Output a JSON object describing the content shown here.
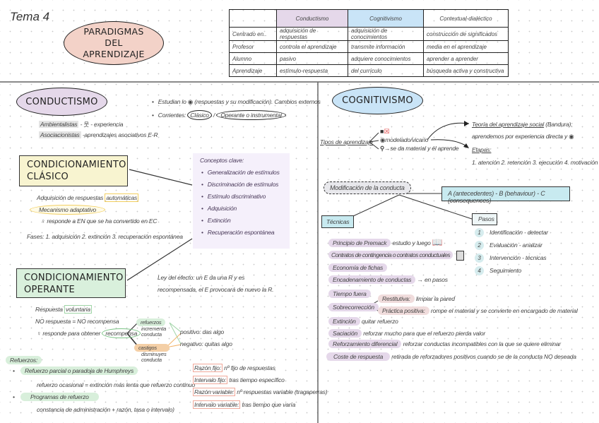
{
  "header": {
    "title": "Tema 4",
    "main_topic": "PARADIGMAS DEL APRENDIZAJE"
  },
  "table": {
    "columns": [
      "",
      "Conductismo",
      "Cognitivismo",
      "Contextual-dialéctico"
    ],
    "rows": [
      [
        "Centrado en..",
        "adquisición de respuestas",
        "adquisición de conocimientos",
        "construcción de significados"
      ],
      [
        "Profesor",
        "controla el aprendizaje",
        "transmite información",
        "media en el aprendizaje"
      ],
      [
        "Alumno",
        "pasivo",
        "adquiere conocimientos",
        "aprender a aprender"
      ],
      [
        "Aprendizaje",
        "estímulo-respuesta",
        "del currículo",
        "búsqueda activa y constructiva"
      ]
    ]
  },
  "conductismo": {
    "title": "CONDUCTISMO",
    "bullets": [
      "Estudian lo",
      "(respuestas y su modificación). Cambios externos",
      "Corrientes:",
      "Clásico",
      "/",
      "Operante o instrumental"
    ],
    "ambientalistas": {
      "label": "Ambientalistas",
      "text": "- experiencia"
    },
    "asociacionistas": {
      "label": "Asociacionistas",
      "text": "-aprendizajes asociativos E-R"
    },
    "clasico": {
      "title": "CONDICIONAMIENTO CLÁSICO",
      "line1": "Adquisición de respuestas",
      "line1_hl": "automáticas",
      "mecanismo": "Mecanismo adaptativo",
      "responde": "responde a EN que se ha convertido en EC",
      "fases": "Fases:  1. adquisición    2. extinción    3. recuperación espontánea",
      "conceptos_title": "Conceptos clave:",
      "conceptos": [
        "Generalización de estímulos",
        "Discriminación de estímulos",
        "Estímulo discriminativo",
        "Adquisición",
        "Extinción",
        "Recuperación espontánea"
      ]
    },
    "operante": {
      "title": "CONDICIONAMIENTO OPERANTE",
      "ley1": "Ley del efecto: un E da una R y es",
      "ley2": "recompensada, el E provocará de nuevo la R.",
      "respuesta": "Respuesta",
      "voluntaria": "voluntaria",
      "no": "NO respuesta = NO recompensa",
      "responde": "responde para obtener",
      "recompensa": "recompensa",
      "refuerzos": "refuerzos",
      "incrementa": "incrementa conducta",
      "castigos": "castigos",
      "disminuyes": "disminuyes conducta",
      "positivo": "positivo: das algo",
      "negativo": "negativo: quitas algo",
      "refuerzos_title": "Refuerzos:",
      "parcial": "Refuerzo parcial o paradoja de Humphreys",
      "parcial_text": "refuerzo ocasional = extinción más lenta que refuerzo continuo",
      "programas": "Programas de refuerzo",
      "programas_text": "constancia de administración + razón, tasa o intervalo)",
      "schedules": [
        {
          "label": "Razón fijo:",
          "text": "nº fijo de respuestas"
        },
        {
          "label": "Intervalo fijo:",
          "text": "tras tiempo específico"
        },
        {
          "label": "Razón variable:",
          "text": "nº respuestas variable (tragaperras)"
        },
        {
          "label": "Intervalo variable:",
          "text": "tras tiempo que varía"
        }
      ]
    }
  },
  "cognitivismo": {
    "title": "COGNITIVISMO",
    "tipos": "Tipos de aprendizaje",
    "vicario": "modelado/vicario",
    "material": "→se da material y él aprende",
    "teoria": "Teoría del aprendizaje social",
    "bandura": "(Bandura):",
    "aprendemos": "aprendemos por experiencia directa y",
    "etapas": "Etapas:",
    "etapas_list": "1. atención   2. retención   3. ejecución   4. motivación",
    "modificacion": "Modificación de la conducta",
    "abc": "A (antecedentes) - B (behaviour) - C (consequences)",
    "tecnicas_title": "Técnicas",
    "pasos_title": "Pasos",
    "pasos": [
      {
        "n": "1",
        "text": "Identificación - detectar"
      },
      {
        "n": "2",
        "text": "Evaluación - analizar"
      },
      {
        "n": "3",
        "text": "Intervención - técnicas"
      },
      {
        "n": "4",
        "text": "Seguimiento"
      }
    ],
    "tecnicas": [
      {
        "label": "Principio de Premack",
        "text": "estudio y luego"
      },
      {
        "label": "Contratos de contingencia o contratos conductuales",
        "text": ""
      },
      {
        "label": "Economía de fichas",
        "text": ""
      },
      {
        "label": "Encadenamiento de conductas",
        "text": "→ en pasos"
      },
      {
        "label": "Tiempo fuera",
        "text": ""
      },
      {
        "label": "Sobrecorrección",
        "text": ""
      },
      {
        "label": "Extinción",
        "text": "quitar refuerzo"
      },
      {
        "label": "Saciación",
        "text": "reforzar mucho para que el refuerzo pierda valor"
      },
      {
        "label": "Reforzamiento diferencial",
        "text": "reforzar conductas incompatibles con la que se quiere eliminar"
      },
      {
        "label": "Coste de respuesta",
        "text": "retirada de reforzadores positivos cuando se de la conducta NO deseada"
      }
    ],
    "restitutiva": {
      "label": "Restitutiva:",
      "text": "limpiar la pared"
    },
    "practica": {
      "label": "Práctica positiva:",
      "text": "rompe el material y se convierte en encargado de material"
    }
  },
  "colors": {
    "purple": "#e5d8ea",
    "blue": "#c9e4f7",
    "green": "#d8efdb",
    "yellow": "#f8f4d0",
    "pink": "#f3d2c8",
    "orange": "#f4cfa6",
    "cyan": "#c8eaf0"
  }
}
